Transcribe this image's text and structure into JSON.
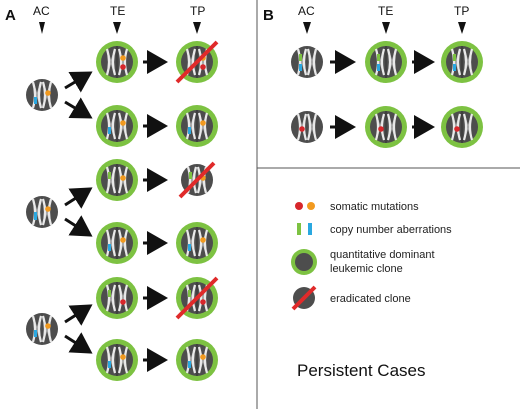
{
  "panels": {
    "a": "A",
    "b": "B"
  },
  "columns": {
    "ac": "AC",
    "te": "TE",
    "tp": "TP"
  },
  "legend": {
    "somatic": "somatic mutations",
    "cna": "copy number aberrations",
    "dominant_line1": "quantitative dominant",
    "dominant_line2": "leukemic clone",
    "eradicated": "eradicated clone"
  },
  "caption": "Persistent Cases",
  "colors": {
    "clone_green": "#7dc242",
    "cell_gray": "#4d4d4d",
    "mutation_red": "#d7262b",
    "mutation_orange": "#f29a1f",
    "cna_green": "#7dc242",
    "cna_blue": "#2aa8e0",
    "eradicated_red": "#e02a2a"
  }
}
